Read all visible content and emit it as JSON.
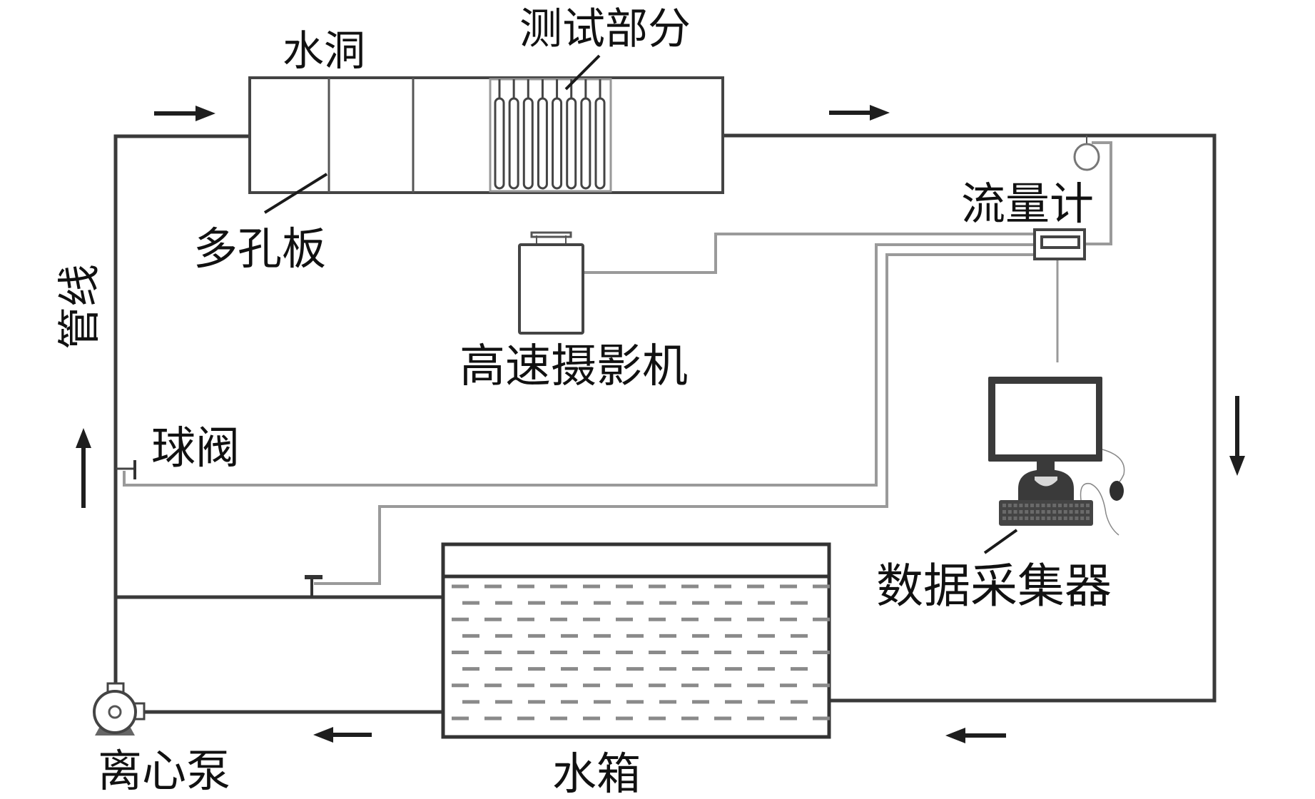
{
  "diagram": {
    "type": "experimental-setup-schematic",
    "labels": {
      "water_tunnel": "水洞",
      "test_section": "测试部分",
      "perforated_plate": "多孔板",
      "pipeline": "管线",
      "high_speed_camera": "高速摄影机",
      "flowmeter": "流量计",
      "ball_valve": "球阀",
      "data_acquisition": "数据采集器",
      "centrifugal_pump": "离心泵",
      "water_tank": "水箱"
    },
    "components": [
      {
        "id": "water-tunnel",
        "label_key": "water_tunnel",
        "icon": "tunnel-box"
      },
      {
        "id": "test-section",
        "label_key": "test_section",
        "icon": "rod-array",
        "rod_count": 8
      },
      {
        "id": "perforated-plate",
        "label_key": "perforated_plate",
        "icon": "divider-plate"
      },
      {
        "id": "high-speed-camera",
        "label_key": "high_speed_camera",
        "icon": "camera-icon"
      },
      {
        "id": "flowmeter",
        "label_key": "flowmeter",
        "icon": "flowmeter-icon"
      },
      {
        "id": "pressure-gauge",
        "icon": "gauge-icon"
      },
      {
        "id": "ball-valve",
        "label_key": "ball_valve",
        "icon": "valve-icon"
      },
      {
        "id": "data-acquisition",
        "label_key": "data_acquisition",
        "icon": "computer-icon"
      },
      {
        "id": "centrifugal-pump",
        "label_key": "centrifugal_pump",
        "icon": "pump-icon"
      },
      {
        "id": "water-tank",
        "label_key": "water_tank",
        "icon": "tank-icon",
        "water_rows": 9
      }
    ],
    "flow_direction": [
      "right",
      "right",
      "down",
      "left",
      "left",
      "up"
    ],
    "colors": {
      "pipe": "#3a3a3a",
      "signal_line": "#9a9a9a",
      "text": "#111111",
      "background": "#ffffff"
    }
  }
}
